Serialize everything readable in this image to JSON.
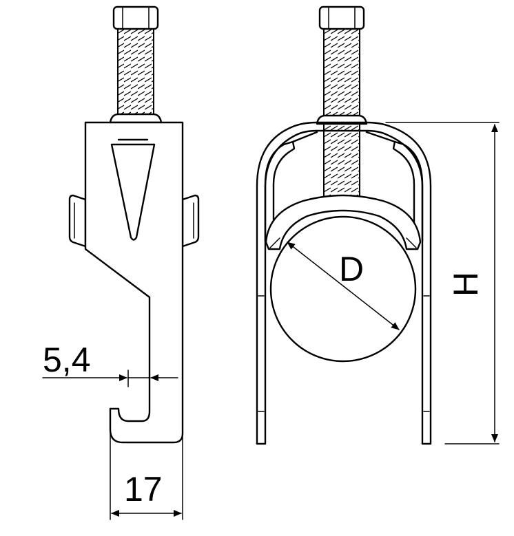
{
  "dimensions": {
    "slot_width": "5,4",
    "base_width": "17",
    "pipe_diameter": "D",
    "height": "H"
  },
  "colors": {
    "line": "#000000",
    "background": "#ffffff"
  }
}
